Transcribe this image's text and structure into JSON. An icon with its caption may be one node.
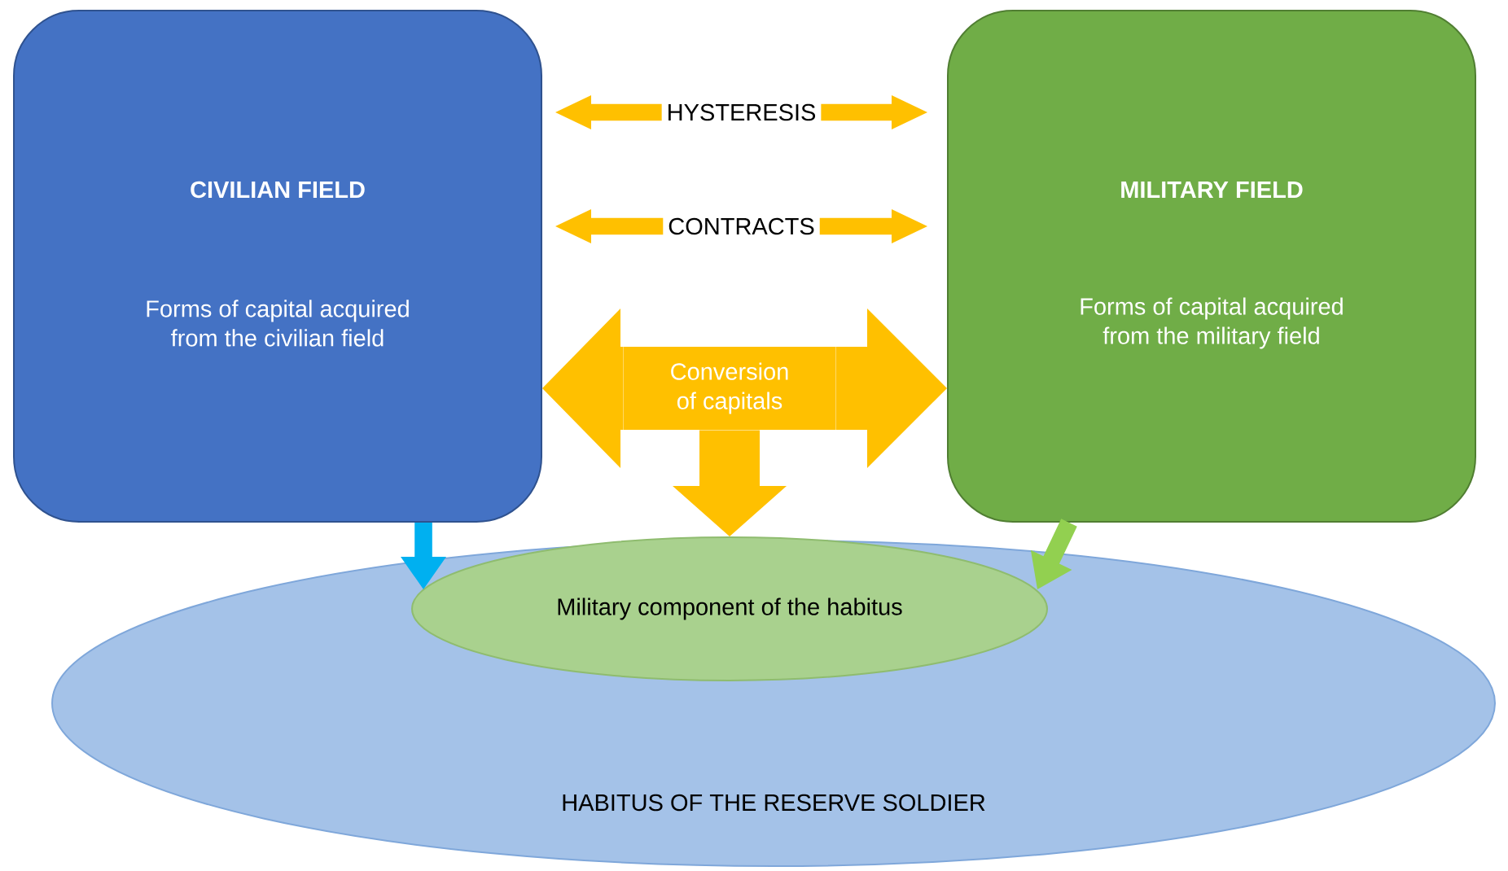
{
  "diagram": {
    "nodes": [
      {
        "text": [
          "CIVILIAN FIELD",
          "Forms of capital acquired from the civilian field"
        ]
      },
      {
        "text": [
          "MILITARY FIELD",
          "Forms of capital acquired from the military field"
        ]
      },
      {
        "text": [
          "HABITUS OF THE RESERVE SOLDIER"
        ]
      },
      {
        "text": [
          "Military component of the habitus"
        ],
        "in": 2
      },
      {
        "text": [
          "Conversion of capitals"
        ]
      }
    ],
    "edges": [
      {
        "from": 0,
        "to": 1,
        "arrow": "both",
        "label": "HYSTERESIS"
      },
      {
        "from": 0,
        "to": 1,
        "arrow": "both",
        "label": "CONTRACTS"
      },
      {
        "from": 4,
        "to": 0,
        "arrow": "to",
        "style": "thick"
      },
      {
        "from": 4,
        "to": 1,
        "arrow": "to",
        "style": "thick"
      },
      {
        "from": 4,
        "to": 3,
        "arrow": "to",
        "style": "thick"
      },
      {
        "from": 0,
        "to": 2,
        "arrow": "to",
        "color": "#00b0f0"
      },
      {
        "from": 1,
        "to": 2,
        "arrow": "to",
        "color": "#92d050"
      }
    ]
  }
}
